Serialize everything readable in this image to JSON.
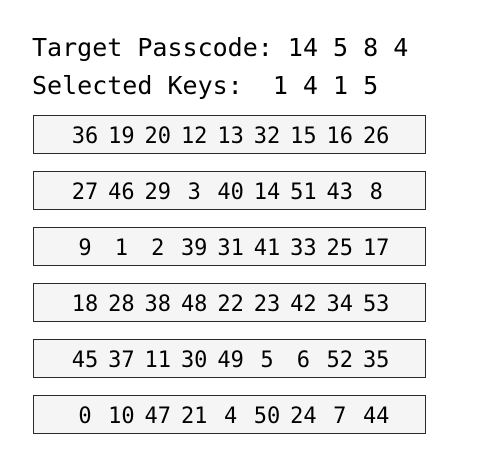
{
  "target": {
    "label": "Target Passcode:",
    "code": "14 5 8 4"
  },
  "selected": {
    "label": "Selected Keys:",
    "keys": "1 4 1 5"
  },
  "keypad": {
    "rows": [
      [
        "36",
        "19",
        "20",
        "12",
        "13",
        "32",
        "15",
        "16",
        "26"
      ],
      [
        "27",
        "46",
        "29",
        "3",
        "40",
        "14",
        "51",
        "43",
        "8"
      ],
      [
        "9",
        "1",
        "2",
        "39",
        "31",
        "41",
        "33",
        "25",
        "17"
      ],
      [
        "18",
        "28",
        "38",
        "48",
        "22",
        "23",
        "42",
        "34",
        "53"
      ],
      [
        "45",
        "37",
        "11",
        "30",
        "49",
        "5",
        "6",
        "52",
        "35"
      ],
      [
        "0",
        "10",
        "47",
        "21",
        "4",
        "50",
        "24",
        "7",
        "44"
      ]
    ]
  }
}
